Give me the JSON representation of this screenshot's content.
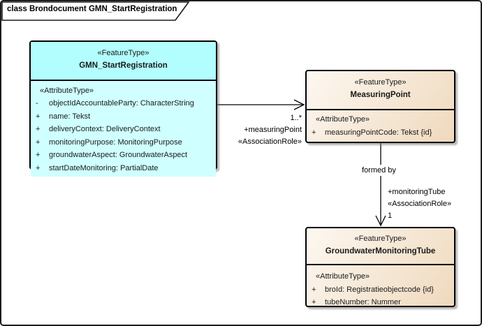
{
  "frame": {
    "title": "class Brondocument GMN_StartRegistration"
  },
  "colors": {
    "frame_bg": "#FFFFFF",
    "box_border": "#000000",
    "cyan_header": "#B2FEFF",
    "cyan_body": "#CFFFFF",
    "beige_start": "#FDF8F1",
    "beige_end": "#EFD9BD",
    "text": "#1A1A1A",
    "shadow": "rgba(120,120,120,0.55)"
  },
  "classes": [
    {
      "stereotype": "«FeatureType»",
      "name": "GMN_StartRegistration",
      "attr_header": "«AttributeType»",
      "attributes": [
        {
          "vis": "-",
          "text": "objectIdAccountableParty: CharacterString"
        },
        {
          "vis": "+",
          "text": "name: Tekst"
        },
        {
          "vis": "+",
          "text": "deliveryContext: DeliveryContext"
        },
        {
          "vis": "+",
          "text": "monitoringPurpose: MonitoringPurpose"
        },
        {
          "vis": "+",
          "text": "groundwaterAspect: GroundwaterAspect"
        },
        {
          "vis": "+",
          "text": "startDateMonitoring: PartialDate"
        }
      ]
    },
    {
      "stereotype": "«FeatureType»",
      "name": "MeasuringPoint",
      "attr_header": "«AttributeType»",
      "attributes": [
        {
          "vis": "+",
          "text": "measuringPointCode: Tekst {id}"
        }
      ]
    },
    {
      "stereotype": "«FeatureType»",
      "name": "GroundwaterMonitoringTube",
      "attr_header": "«AttributeType»",
      "attributes": [
        {
          "vis": "+",
          "text": "broId: Registratieobjectcode {id}"
        },
        {
          "vis": "+",
          "text": "tubeNumber: Nummer"
        }
      ]
    }
  ],
  "associations": [
    {
      "multiplicity": "1..*",
      "role": "+measuringPoint",
      "stereotype": "«AssociationRole»"
    },
    {
      "name": "formed by",
      "role": "+monitoringTube",
      "stereotype": "«AssociationRole»",
      "multiplicity": "1"
    }
  ]
}
